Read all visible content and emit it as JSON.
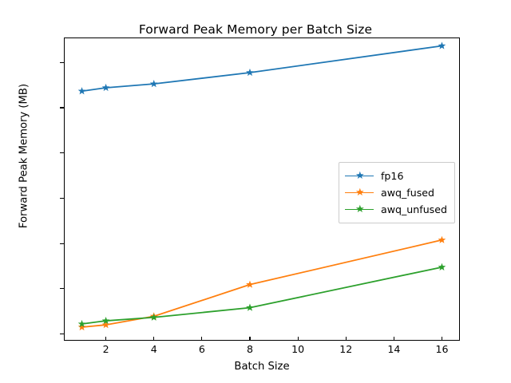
{
  "chart_data": {
    "type": "line",
    "title": "Forward Peak Memory per Batch Size",
    "xlabel": "Batch Size",
    "ylabel": "Forward Peak Memory (MB)",
    "x": [
      1,
      2,
      4,
      8,
      16
    ],
    "xlim": [
      0.25,
      16.75
    ],
    "ylim": [
      5700,
      19100
    ],
    "xticks": [
      2,
      4,
      6,
      8,
      10,
      12,
      14,
      16
    ],
    "yticks": [
      6000,
      8000,
      10000,
      12000,
      14000,
      16000,
      18000
    ],
    "grid": false,
    "legend_position": "center right",
    "marker": "star",
    "series": [
      {
        "name": "fp16",
        "color": "#1f77b4",
        "values": [
          16730,
          16880,
          17050,
          17550,
          18730
        ]
      },
      {
        "name": "awq_fused",
        "color": "#ff7f0e",
        "values": [
          6300,
          6400,
          6780,
          8180,
          10150
        ]
      },
      {
        "name": "awq_unfused",
        "color": "#2ca02c",
        "values": [
          6440,
          6580,
          6730,
          7160,
          8950
        ]
      }
    ]
  },
  "figure": {
    "background_color": "#ffffff",
    "axes_color": "#000000"
  }
}
